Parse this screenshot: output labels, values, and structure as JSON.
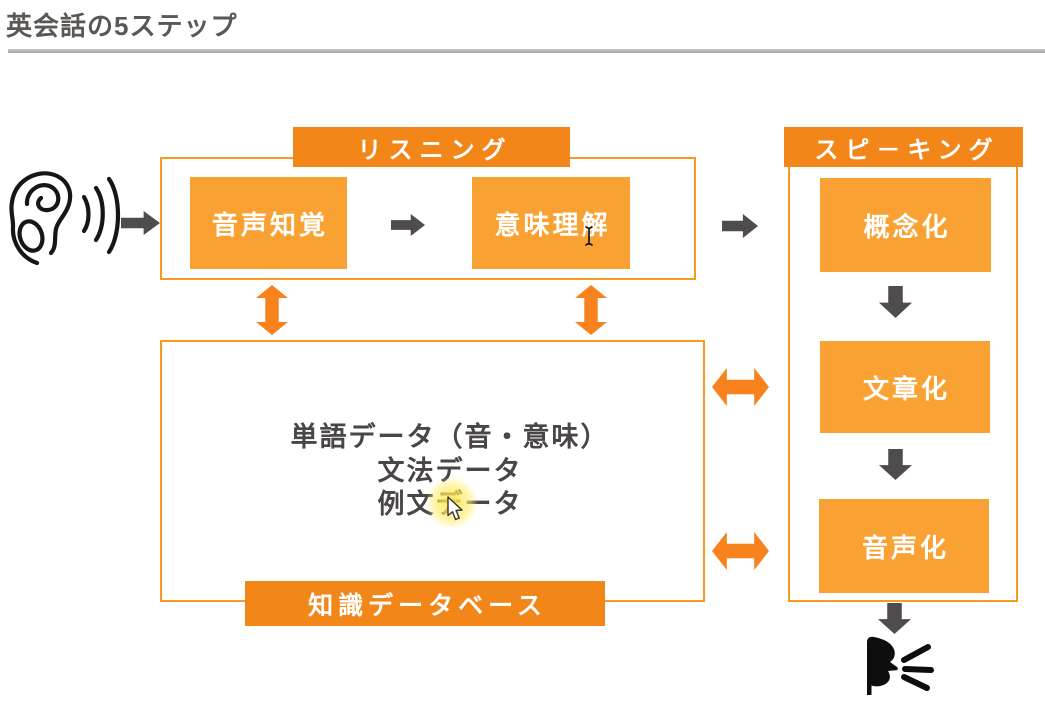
{
  "page": {
    "title": "英会話の5ステップ"
  },
  "listening": {
    "header": "リスニング",
    "steps": [
      {
        "label": "音声知覚"
      },
      {
        "label": "意味理解"
      }
    ]
  },
  "speaking": {
    "header": "スピ－キング",
    "steps": [
      {
        "label": "概念化"
      },
      {
        "label": "文章化"
      },
      {
        "label": "音声化"
      }
    ]
  },
  "knowledge_base": {
    "label": "知識データベース",
    "lines": [
      "単語データ（音・意味）",
      "文法データ",
      "例文データ"
    ]
  },
  "icons": {
    "ear": "ear-listening-icon",
    "sound_waves": "sound-waves-icon",
    "speaker": "speaking-mouth-icon",
    "flow_arrow": "flow-arrow-icon",
    "sync_arrow": "double-arrow-icon",
    "mouse_cursor": "mouse-cursor",
    "text_cursor": "text-cursor-icon"
  },
  "colors": {
    "header_orange": "#f28618",
    "box_orange": "#f9a233",
    "border_orange": "#f79a23",
    "arrow_orange": "#f7821e",
    "arrow_gray": "#4f4c4b",
    "title_gray": "#5a5755",
    "body_text_gray": "#4a4646",
    "rule_gray": "#ababab"
  }
}
